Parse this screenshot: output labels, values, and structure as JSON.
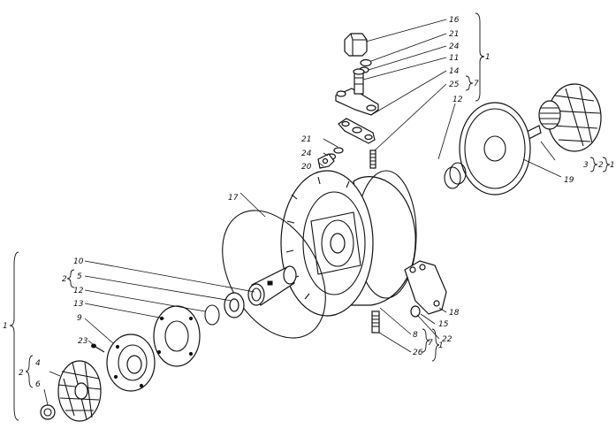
{
  "diagram": {
    "callouts": [
      {
        "id": "c16",
        "text": "16"
      },
      {
        "id": "c21a",
        "text": "21"
      },
      {
        "id": "c24a",
        "text": "24"
      },
      {
        "id": "c11",
        "text": "11"
      },
      {
        "id": "c14",
        "text": "14"
      },
      {
        "id": "c25",
        "text": "25"
      },
      {
        "id": "c7a",
        "text": "7"
      },
      {
        "id": "c1a",
        "text": "1"
      },
      {
        "id": "c12a",
        "text": "12"
      },
      {
        "id": "c21b",
        "text": "21"
      },
      {
        "id": "c24b",
        "text": "24"
      },
      {
        "id": "c20",
        "text": "20"
      },
      {
        "id": "c3",
        "text": "3"
      },
      {
        "id": "c2a",
        "text": "2"
      },
      {
        "id": "c1b",
        "text": "1"
      },
      {
        "id": "c19",
        "text": "19"
      },
      {
        "id": "c17",
        "text": "17"
      },
      {
        "id": "c10",
        "text": "10"
      },
      {
        "id": "c2b",
        "text": "2"
      },
      {
        "id": "c5",
        "text": "5"
      },
      {
        "id": "c12b",
        "text": "12"
      },
      {
        "id": "c13",
        "text": "13"
      },
      {
        "id": "c9",
        "text": "9"
      },
      {
        "id": "c1c",
        "text": "1"
      },
      {
        "id": "c23",
        "text": "23"
      },
      {
        "id": "c2c",
        "text": "2"
      },
      {
        "id": "c4",
        "text": "4"
      },
      {
        "id": "c6",
        "text": "6"
      },
      {
        "id": "c18",
        "text": "18"
      },
      {
        "id": "c15",
        "text": "15"
      },
      {
        "id": "c8",
        "text": "8"
      },
      {
        "id": "c22",
        "text": "22"
      },
      {
        "id": "c26",
        "text": "26"
      },
      {
        "id": "c7b",
        "text": "7"
      },
      {
        "id": "c1d",
        "text": "1"
      }
    ]
  }
}
